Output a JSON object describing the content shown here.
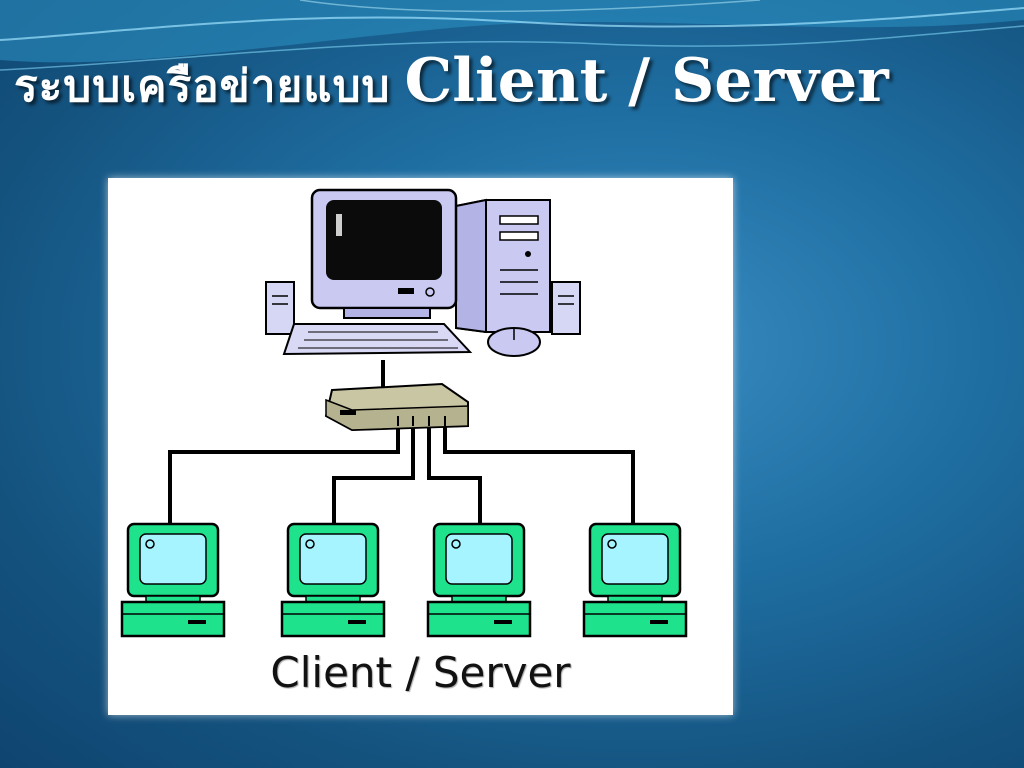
{
  "slide": {
    "title_thai": "ระบบเครือข่ายแบบ",
    "title_en": "Client / Server",
    "diagram_caption": "Client / Server"
  },
  "colors": {
    "background": "#1f6fa3",
    "server_body": "#c9c9f2",
    "server_screen": "#0b0b0b",
    "hub": "#c9c6a4",
    "client_screen": "#a6f4ff",
    "client_body": "#1fe28c"
  },
  "diagram": {
    "icons": [
      "server-computer-icon",
      "hub-icon",
      "client-computer-icon"
    ],
    "client_count": 4
  }
}
